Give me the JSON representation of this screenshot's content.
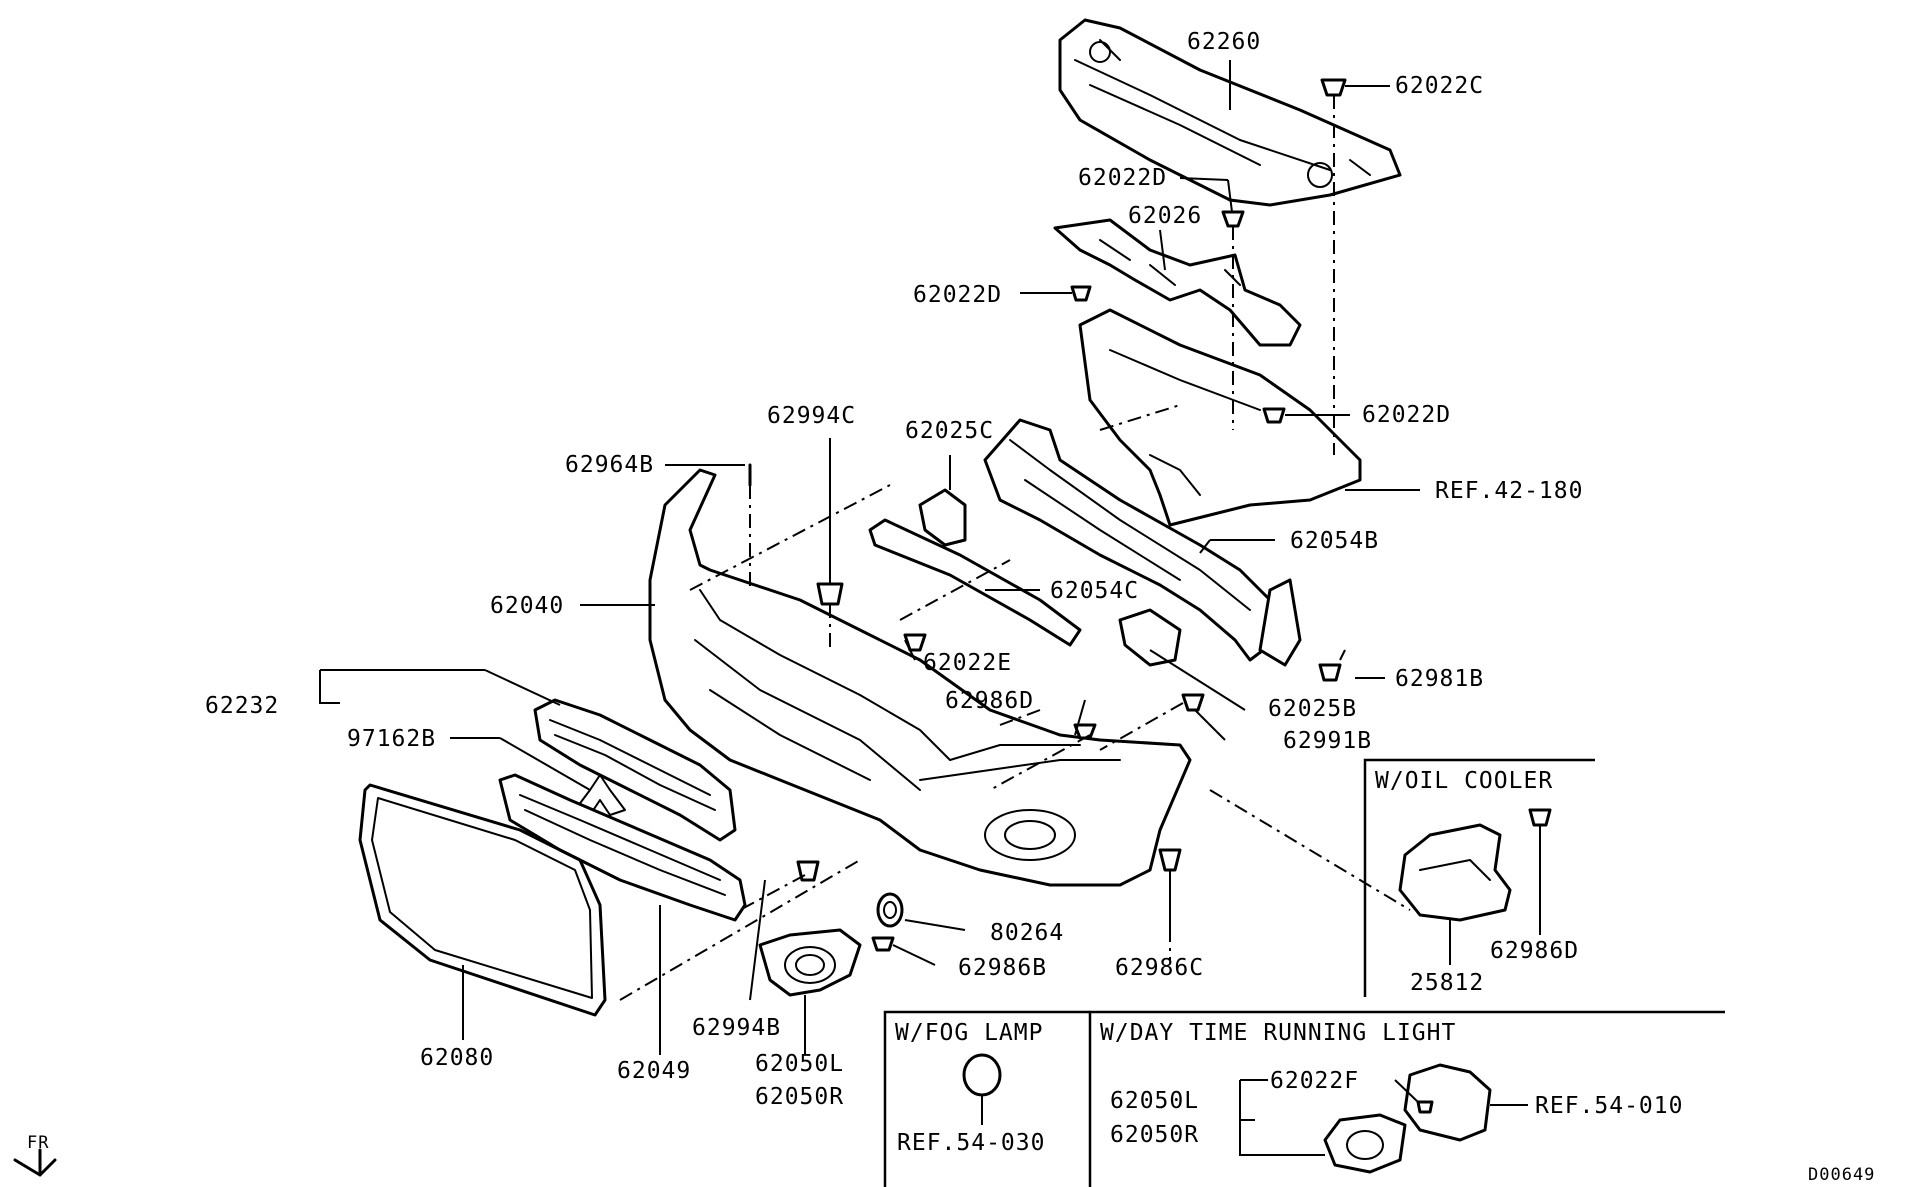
{
  "parts": {
    "p62260": "62260",
    "p62022C": "62022C",
    "p62022D_top": "62022D",
    "p62026": "62026",
    "p62022D_left": "62022D",
    "p62022D_right": "62022D",
    "ref42_180": "REF.42-180",
    "p62994C": "62994C",
    "p62025C": "62025C",
    "p62964B": "62964B",
    "p62054B": "62054B",
    "p62054C": "62054C",
    "p62040": "62040",
    "p62022E": "62022E",
    "p62981B": "62981B",
    "p62232": "62232",
    "p62986D": "62986D",
    "p62025B": "62025B",
    "p97162B": "97162B",
    "p62991B": "62991B",
    "p80264": "80264",
    "p62986B": "62986B",
    "p62986C": "62986C",
    "p62994B": "62994B",
    "p62080": "62080",
    "p62049": "62049",
    "p62050L": "62050L",
    "p62050R": "62050R"
  },
  "oil_cooler": {
    "title": "W/OIL COOLER",
    "p62986D": "62986D",
    "p25812": "25812"
  },
  "fog_lamp": {
    "title": "W/FOG LAMP",
    "ref": "REF.54-030"
  },
  "drl": {
    "title": "W/DAY TIME RUNNING LIGHT",
    "p62022F": "62022F",
    "p62050L": "62050L",
    "p62050R": "62050R",
    "ref": "REF.54-010"
  },
  "direction": "FR",
  "diagram_code": "D00649"
}
